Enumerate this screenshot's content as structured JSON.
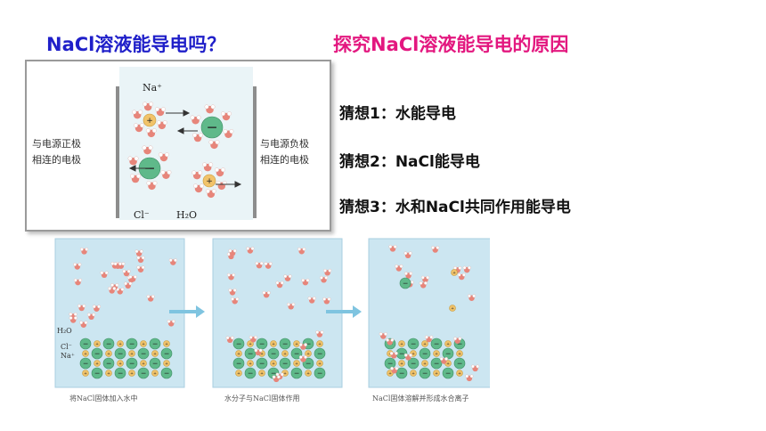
{
  "slide": {
    "title_left": "NaCl溶液能导电吗？",
    "title_right": "探究NaCl溶液能导电的原因",
    "title_left_color": "#1f1fc9",
    "title_right_color": "#e3177f"
  },
  "hypotheses": [
    {
      "text": "猜想1：水能导电"
    },
    {
      "text": "猜想2：NaCl能导电"
    },
    {
      "text": "猜想3：水和NaCl共同作用能导电"
    }
  ],
  "electrolysis_figure": {
    "label_left_line1": "与电源正极",
    "label_left_line2": "相连的电极",
    "label_right_line1": "与电源负极",
    "label_right_line2": "相连的电极",
    "na_label": "Na⁺",
    "cl_label": "Cl⁻",
    "h2o_label": "H₂O",
    "solution_color": "#eaf4f7"
  },
  "dissolution_steps": [
    {
      "caption": "将NaCl固体加入水中"
    },
    {
      "caption": "水分子与NaCl固体作用"
    },
    {
      "caption": "NaCl固体溶解并形成水合离子"
    }
  ],
  "step_labels": {
    "h2o": "H₂O",
    "cl": "Cl⁻",
    "na": "Na⁺"
  },
  "colors": {
    "cl_ion": "#5fb98a",
    "na_ion": "#f1c36a",
    "water_o": "#e7857a",
    "panel_bg": "#cce6f1",
    "arrow": "#7fc4e0"
  }
}
